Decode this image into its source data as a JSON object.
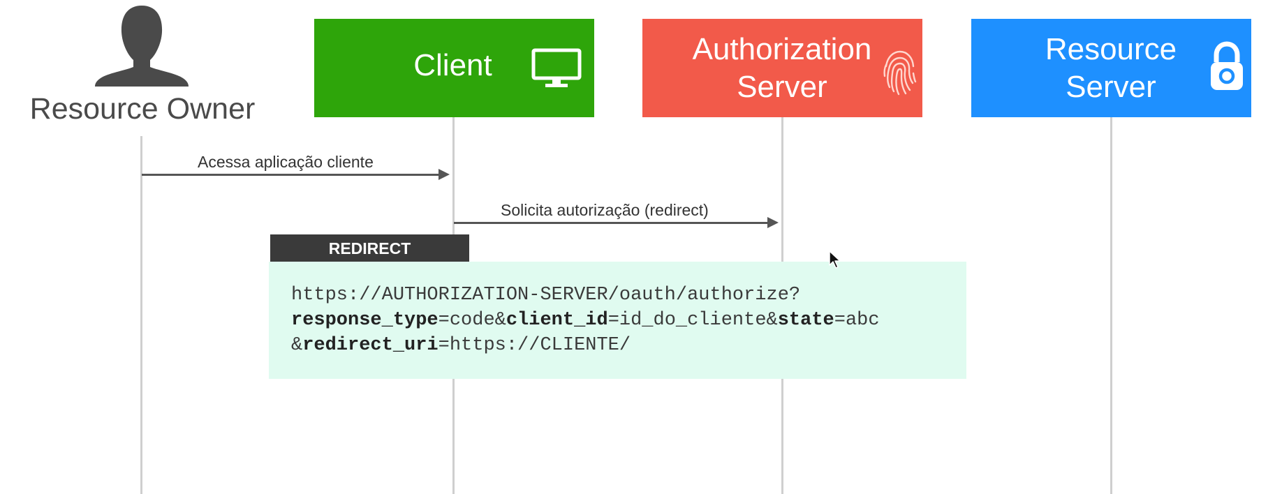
{
  "actors": {
    "resource_owner": {
      "label": "Resource Owner",
      "icon": "person-silhouette-icon"
    },
    "client": {
      "label": "Client",
      "icon": "monitor-icon",
      "color": "#2ea50a"
    },
    "authorization_server": {
      "label_line1": "Authorization",
      "label_line2": "Server",
      "icon": "fingerprint-icon",
      "color": "#f25a4a"
    },
    "resource_server": {
      "label_line1": "Resource",
      "label_line2": "Server",
      "icon": "padlock-icon",
      "color": "#1e90ff"
    }
  },
  "messages": [
    {
      "from": "resource_owner",
      "to": "client",
      "text": "Acessa aplicação cliente"
    },
    {
      "from": "client",
      "to": "authorization_server",
      "text": "Solicita autorização (redirect)"
    }
  ],
  "redirect": {
    "tab_label": "REDIRECT",
    "line1": "https://AUTHORIZATION-SERVER/oauth/authorize?",
    "p_response_type": "response_type",
    "v_response_type": "=code&",
    "p_client_id": "client_id",
    "v_client_id": "=id_do_cliente&",
    "p_state": "state",
    "v_state": "=abc",
    "amp": "&",
    "p_redirect_uri": "redirect_uri",
    "v_redirect_uri": "=https://CLIENTE/"
  }
}
